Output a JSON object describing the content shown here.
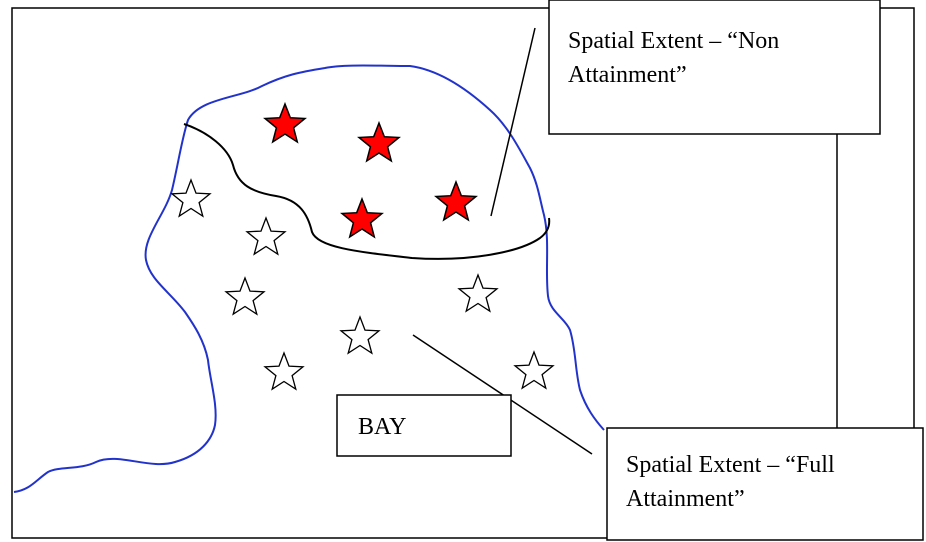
{
  "labels": {
    "non_attainment_line1": "Spatial Extent – “Non",
    "non_attainment_line2": "Attainment”",
    "full_attainment_line1": "Spatial Extent – “Full",
    "full_attainment_line2": "Attainment”",
    "bay": "BAY"
  },
  "colors": {
    "shoreline": "#2233cc",
    "boundary": "#000000",
    "star_non_attainment": "#ff0000",
    "star_full_attainment": "#ffffff",
    "outline": "#000000"
  },
  "legend": {
    "red_star_meaning": "Non Attainment",
    "white_star_meaning": "Full Attainment"
  }
}
